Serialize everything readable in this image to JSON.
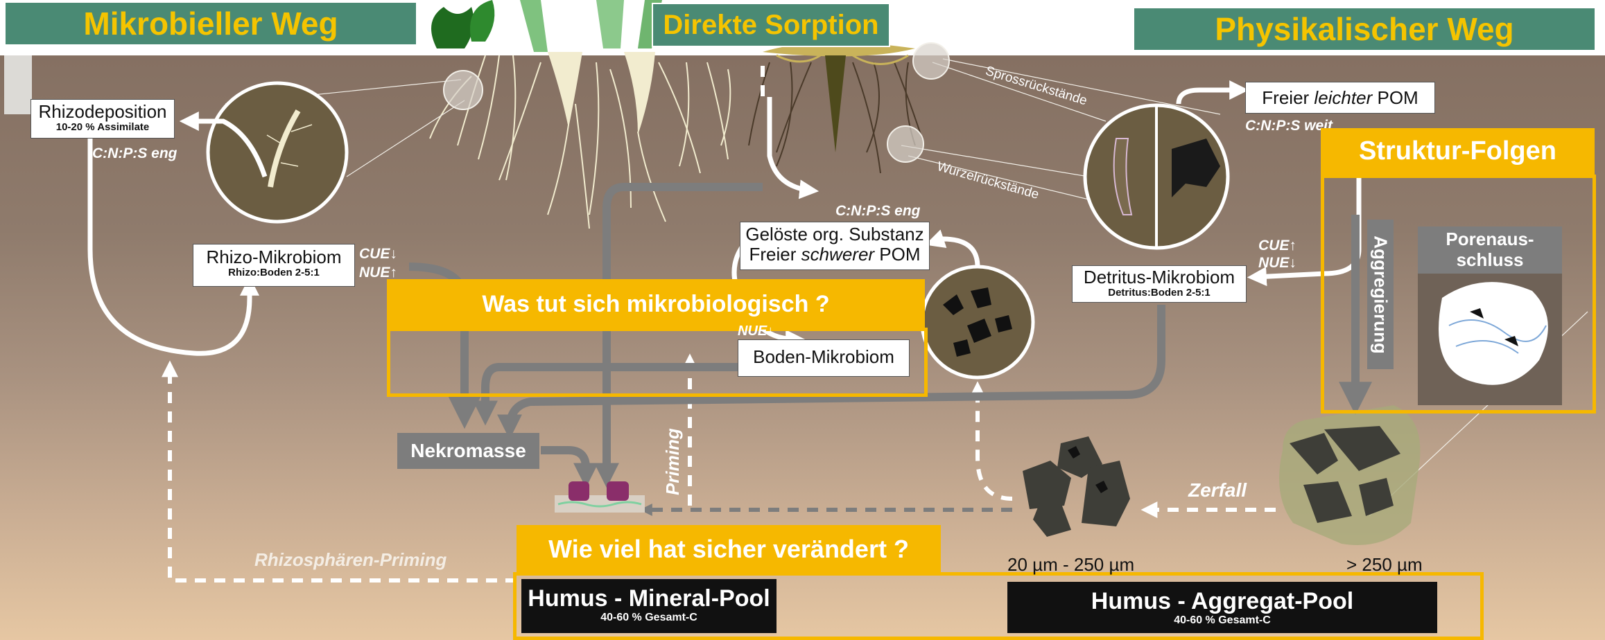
{
  "headers": {
    "microbial_path": "Mikrobieller Weg",
    "direct_sorption": "Direkte Sorption",
    "physical_path": "Physikalischer Weg"
  },
  "rhizodeposition": {
    "title": "Rhizodeposition",
    "sub": "10-20 % Assimilate"
  },
  "cnps_narrow_left": "C:N:P:S eng",
  "rhizo_microbiome": {
    "title": "Rhizo-Mikrobiom",
    "sub": "Rhizo:Boden 2-5:1"
  },
  "cue_nue_left": {
    "cue": "CUE↓",
    "nue": "NUE↑"
  },
  "dissolved": {
    "line1": "Gelöste org. Substanz",
    "line2_a": "Freier ",
    "line2_b": "schwerer",
    "line2_c": " POM"
  },
  "cnps_narrow_center": "C:N:P:S eng",
  "soil_microbiome": "Boden-Mikrobiom",
  "nue_center": "NUE↓",
  "free_light_pom": {
    "a": "Freier ",
    "b": "leichter",
    "c": " POM"
  },
  "cnps_wide": "C:N:P:S weit",
  "shoot_residues": "Sprossrückstände",
  "root_residues": "Wurzelrückstände",
  "detritus_microbiome": {
    "title": "Detritus-Mikrobiom",
    "sub": "Detritus:Boden 2-5:1"
  },
  "cue_nue_right": {
    "cue": "CUE↑",
    "nue": "NUE↓"
  },
  "structure": {
    "title": "Struktur-Folgen",
    "aggregation": "Aggregierung",
    "pore": {
      "line1": "Porenaus-",
      "line2": "schluss"
    }
  },
  "necromass": "Nekromasse",
  "priming": "Priming",
  "decay": "Zerfall",
  "rhizosphere_priming": "Rhizosphären-Priming",
  "question_micro": "Was tut sich mikrobiologisch ?",
  "question_change": "Wie viel hat sicher verändert ?",
  "size_small": "20 µm - 250 µm",
  "size_large": "> 250 µm",
  "mineral_pool": {
    "title": "Humus - Mineral-Pool",
    "sub": "40-60 % Gesamt-C"
  },
  "aggregate_pool": {
    "title": "Humus - Aggregat-Pool",
    "sub": "40-60 % Gesamt-C"
  },
  "colors": {
    "header_green": "#4a8a74",
    "header_text": "#f5c400",
    "highlight": "#f6b800",
    "gray": "#7d7d7d"
  }
}
